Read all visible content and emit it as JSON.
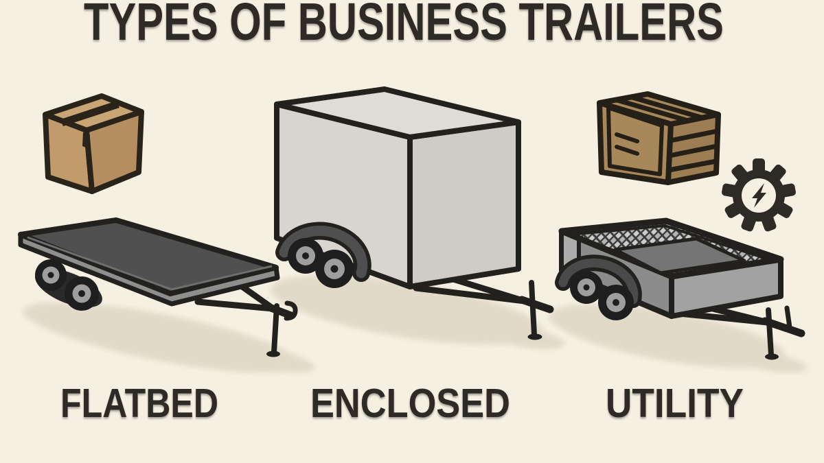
{
  "title": "TYPES OF BUSINESS TRAILERS",
  "trailers": [
    {
      "id": "flatbed",
      "label": "FLATBED"
    },
    {
      "id": "enclosed",
      "label": "ENCLOSED"
    },
    {
      "id": "utility",
      "label": "UTILITY"
    }
  ],
  "icons": [
    {
      "name": "cardboard-box-icon"
    },
    {
      "name": "wooden-crate-icon"
    },
    {
      "name": "gear-lightning-icon"
    }
  ],
  "colors": {
    "background": "#f6f0e3",
    "ink": "#2e2b27",
    "shadow": "#e0d9c8",
    "flatbed_deck": "#505050",
    "flatbed_side": "#8e8e8e",
    "enclosed_body": "#d8d5d0",
    "utility_body": "#8c8c8c",
    "box_tan": "#c9a474",
    "crate_brown": "#a8875a"
  }
}
